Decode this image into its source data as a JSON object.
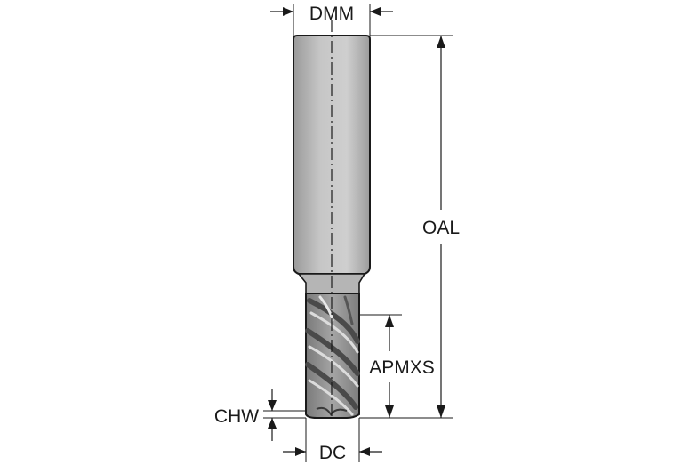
{
  "labels": {
    "dmm": "DMM",
    "oal": "OAL",
    "apmxs": "APMXS",
    "chw": "CHW",
    "dc": "DC"
  },
  "colors": {
    "background": "#ffffff",
    "line": "#1a1a1a",
    "shank_light": "#c9c9c9",
    "shank_dark": "#8e8e8e",
    "flute_dark": "#6e6e6e",
    "flute_light": "#d2d2d2"
  }
}
